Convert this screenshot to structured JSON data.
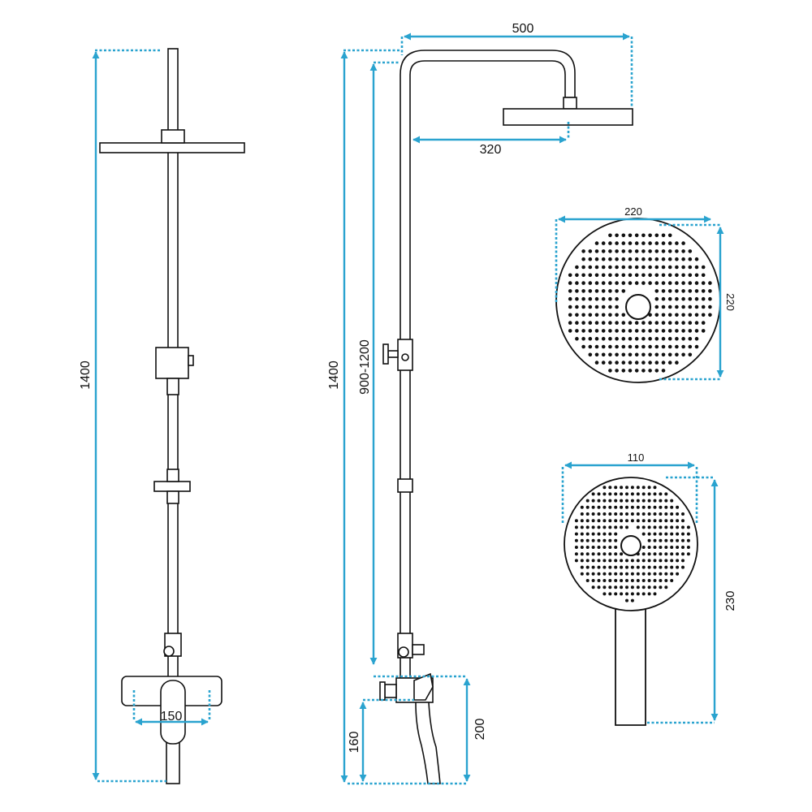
{
  "colors": {
    "line": "#111111",
    "dimension": "#2aa3cf",
    "background": "#ffffff"
  },
  "dimensions": {
    "front_total_height": "1400",
    "front_mixer_width": "150",
    "side_total_height": "1400",
    "side_adjustable_height": "900-1200",
    "side_arm_length": "500",
    "side_arm_offset": "320",
    "side_spout_height": "160",
    "side_mixer_height": "200",
    "head_width": "220",
    "head_height": "220",
    "hand_width": "110",
    "hand_height": "230"
  }
}
